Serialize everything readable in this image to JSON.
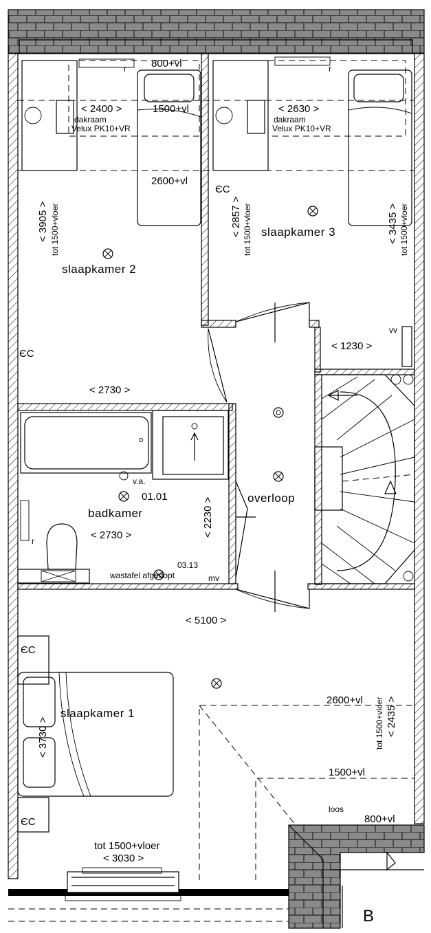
{
  "rooms": {
    "slaapkamer2": {
      "name": "slaapkamer 2",
      "width": "< 2730 >",
      "depth": "< 3905 >",
      "height_note": "tot 1500+vloer"
    },
    "slaapkamer3": {
      "name": "slaapkamer 3",
      "depth": "< 2857 >",
      "depth2": "< 3435 >",
      "height_note": "tot 1500+vloer"
    },
    "badkamer": {
      "name": "badkamer",
      "number": "01.01",
      "width": "< 2730 >",
      "depth": "< 2230 >",
      "va": "v.a."
    },
    "overloop": {
      "name": "overloop"
    },
    "slaapkamer1": {
      "name": "slaapkamer 1",
      "width": "< 5100 >",
      "depth": "< 3730 >",
      "depth2": "< 2435 >",
      "height_note": "tot 1500+vloer",
      "bottom_width": "< 3030 >",
      "bottom_note": "tot 1500+vloer"
    }
  },
  "skylights": [
    {
      "width": "< 2400 >",
      "label1": "dakraam",
      "label2": "Velux PK10+VR"
    },
    {
      "width": "< 2630 >",
      "label1": "dakraam",
      "label2": "Velux PK10+VR"
    }
  ],
  "heights": {
    "h800_left": "800+vl",
    "h1500_left": "1500+vl",
    "h2600_left": "2600+vl",
    "h2600_right": "2600+vl",
    "h1500_right": "1500+vl",
    "h800_right": "800+vl"
  },
  "misc": {
    "closet_width": "< 1230 >",
    "vv": "vv",
    "code_0313": "03.13",
    "wastafel": "wastafel afgedopt",
    "mv": "mv",
    "loos": "loos",
    "section_marker": "B",
    "r": "r"
  }
}
